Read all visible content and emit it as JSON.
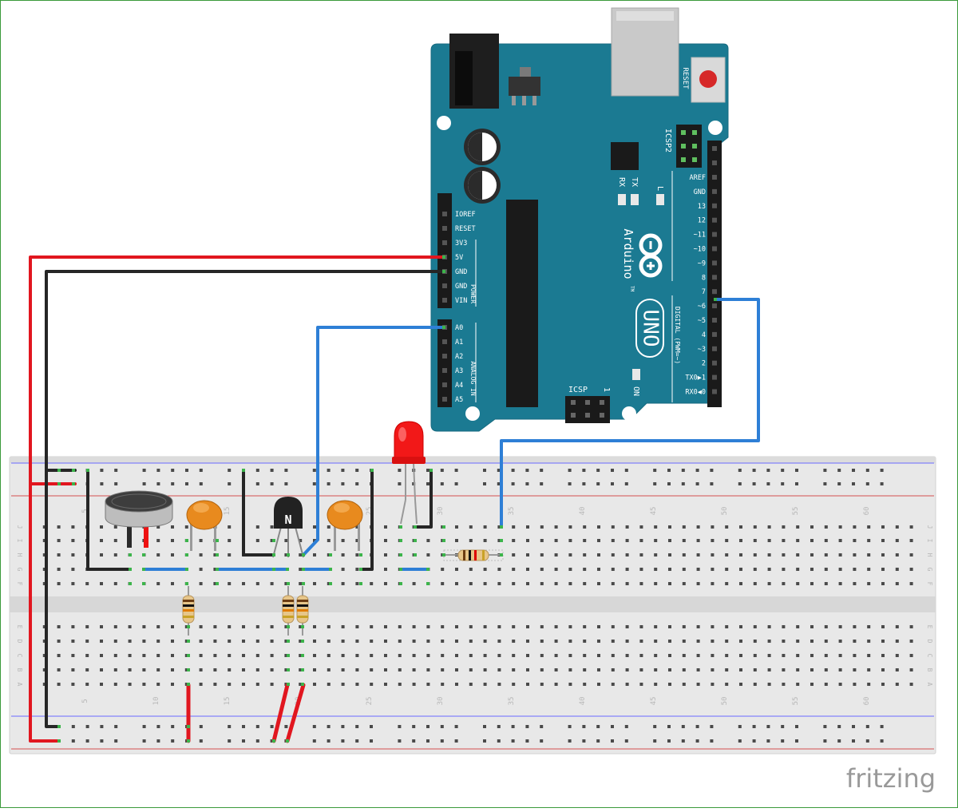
{
  "board": {
    "name": "Arduino",
    "model": "UNO",
    "tm": "TM",
    "reset_label": "RESET",
    "icsp2_label": "ICSP2",
    "icsp_label": "ICSP",
    "icsp_pin1": "1",
    "led_labels": {
      "tx": "TX",
      "rx": "RX",
      "l": "L",
      "on": "ON"
    },
    "power_header_labels": [
      "IOREF",
      "RESET",
      "3V3",
      "5V",
      "GND",
      "GND",
      "VIN"
    ],
    "power_group_label": "POWER",
    "analog_header_labels": [
      "A0",
      "A1",
      "A2",
      "A3",
      "A4",
      "A5"
    ],
    "analog_group_label": "ANALOG IN",
    "digital_header_labels": [
      "AREF",
      "GND",
      "13",
      "12",
      "~11",
      "~10",
      "~9",
      "8",
      "7",
      "~6",
      "~5",
      "4",
      "~3",
      "2",
      "TX0▶1",
      "RX0◀0"
    ],
    "digital_group_label": "DIGITAL (PWM=~)"
  },
  "breadboard": {
    "column_numbers": [
      "5",
      "10",
      "15",
      "20",
      "25",
      "30",
      "35",
      "40",
      "45",
      "50",
      "55",
      "60"
    ],
    "row_letters_top": [
      "J",
      "I",
      "H",
      "G",
      "F"
    ],
    "row_letters_bottom": [
      "E",
      "D",
      "C",
      "B",
      "A"
    ]
  },
  "components": {
    "transistor_label": "N"
  },
  "watermark": "fritzing",
  "colors": {
    "arduino_blue": "#1b7a92",
    "wire_red": "#e1161f",
    "wire_black": "#262626",
    "wire_blue": "#2e7fd6",
    "pin_green": "#3cb44b",
    "led_red": "#f21818",
    "capacitor_orange": "#e88a1e"
  }
}
